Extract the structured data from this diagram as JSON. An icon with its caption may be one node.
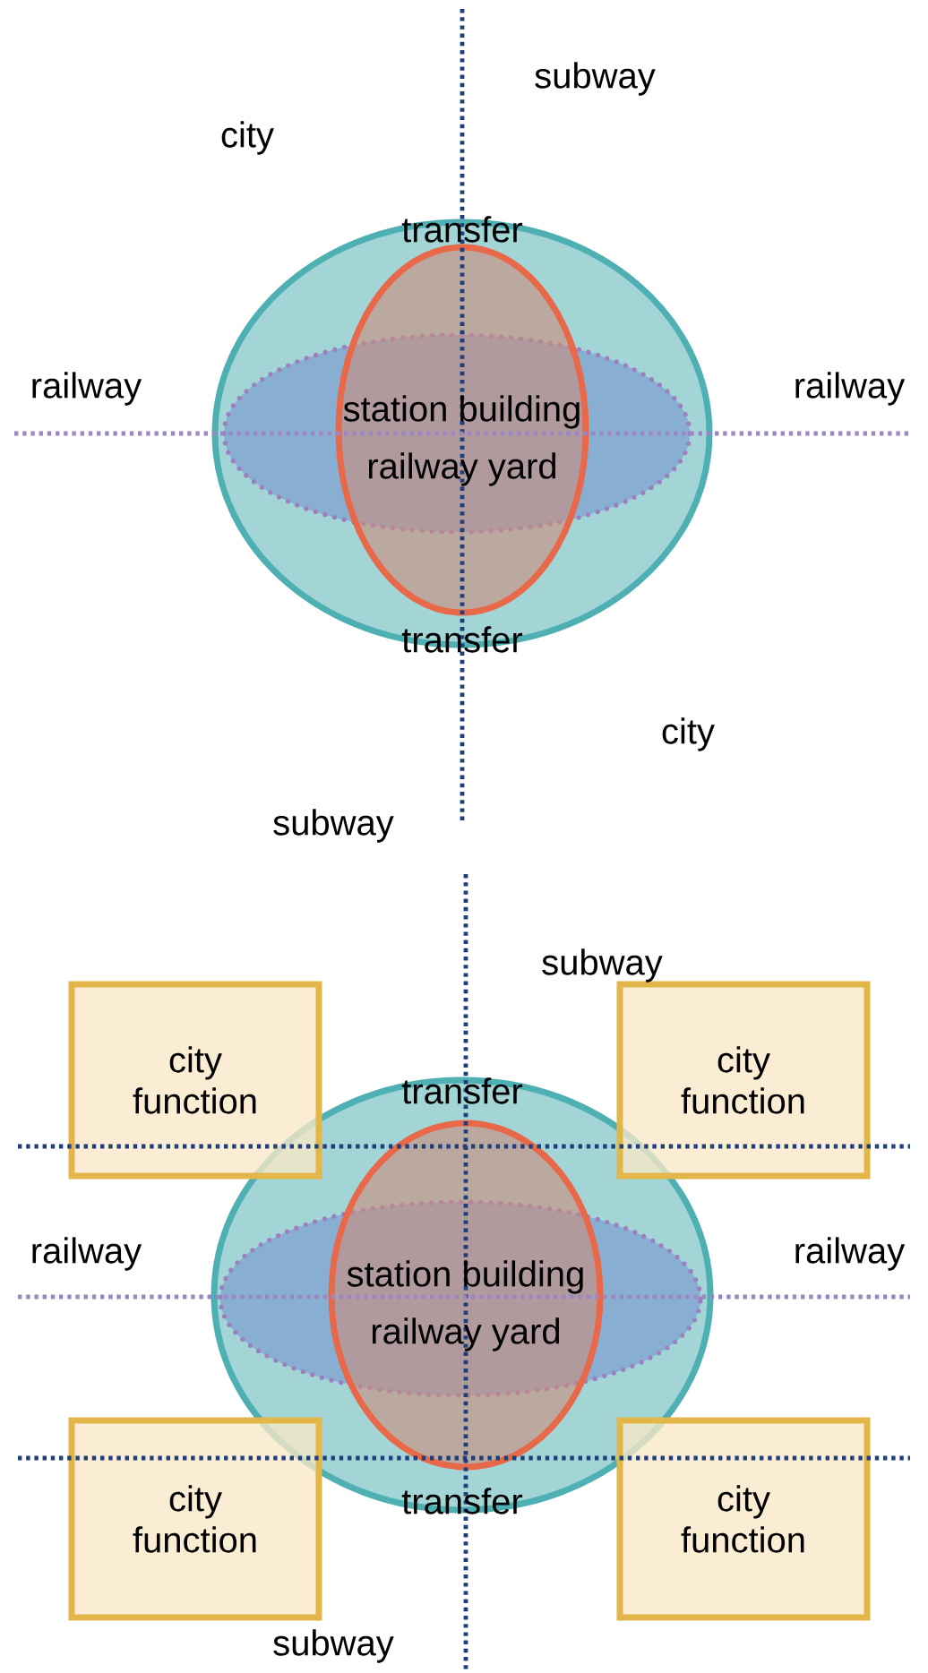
{
  "diagram": {
    "nodes": [
      {
        "text": [
          "transfer",
          "transfer"
        ]
      },
      {
        "text": [
          "station building",
          "railway yard"
        ],
        "in": 0
      },
      {
        "text": [],
        "shape": "ellipse",
        "in": 0
      },
      {
        "text": [
          "transfer",
          "transfer"
        ]
      },
      {
        "text": [
          "station building",
          "railway yard"
        ],
        "in": 3
      },
      {
        "text": [],
        "shape": "ellipse",
        "in": 3
      },
      {
        "text": [
          "city function"
        ]
      },
      {
        "text": [
          "city function"
        ]
      },
      {
        "text": [
          "city function"
        ]
      },
      {
        "text": [
          "city function"
        ]
      }
    ],
    "labels": [
      "subway",
      "city",
      "railway",
      "railway",
      "city",
      "subway",
      "subway",
      "railway",
      "railway",
      "subway"
    ]
  }
}
